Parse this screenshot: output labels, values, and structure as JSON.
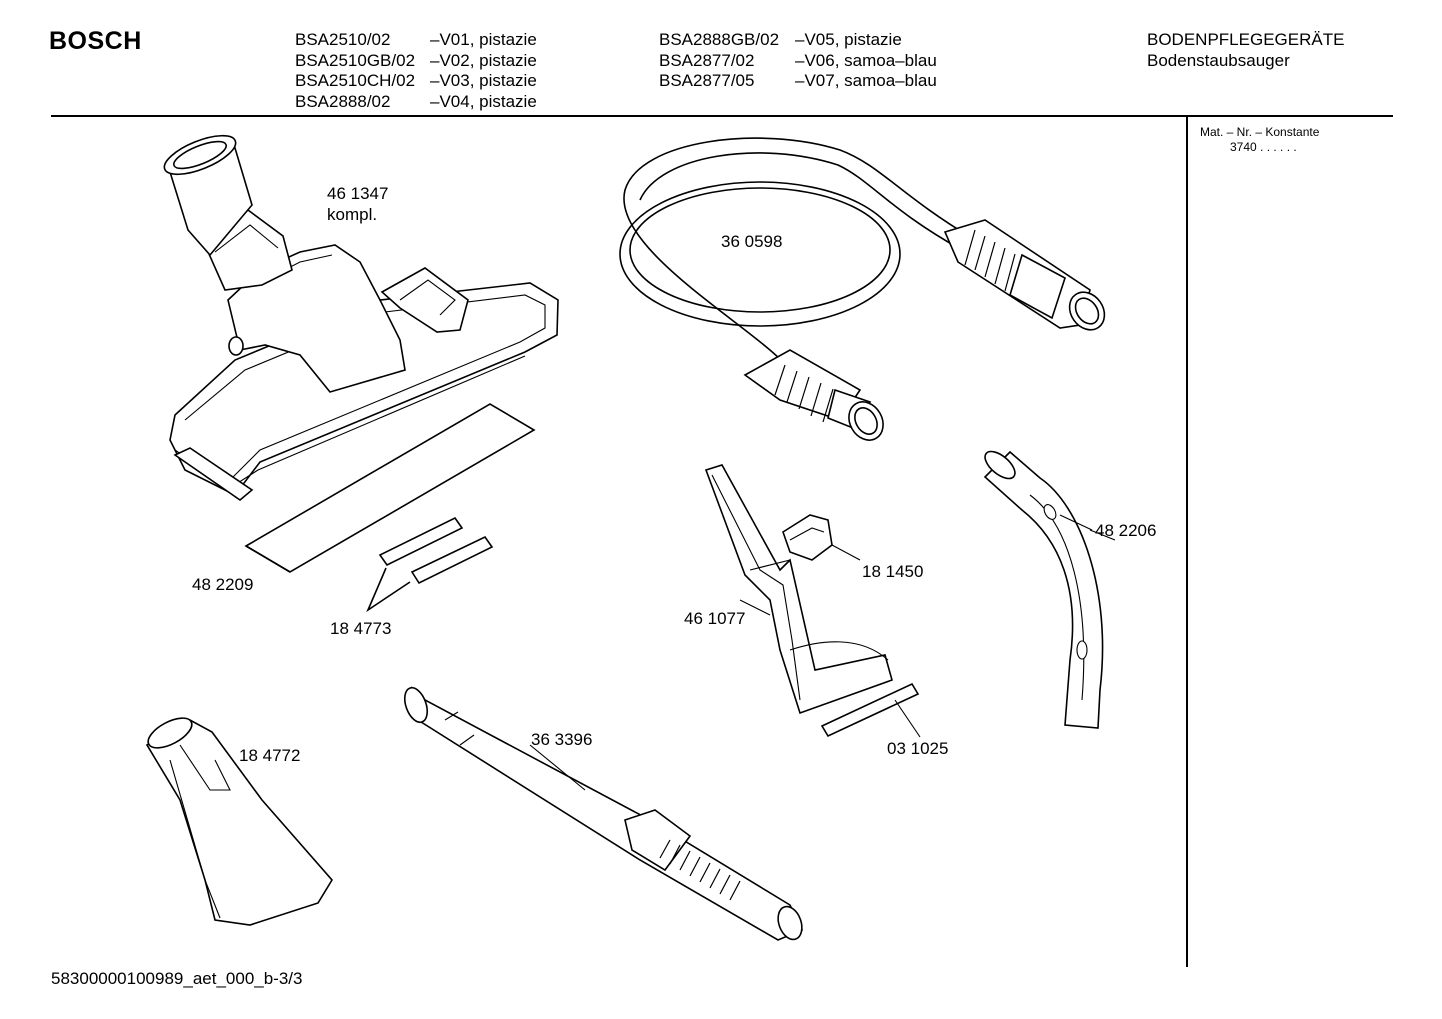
{
  "header": {
    "brand": "BOSCH",
    "models_left": [
      {
        "code": "BSA2510/02",
        "variant": "–V01, pistazie"
      },
      {
        "code": "BSA2510GB/02",
        "variant": "–V02, pistazie"
      },
      {
        "code": "BSA2510CH/02",
        "variant": "–V03, pistazie"
      },
      {
        "code": "BSA2888/02",
        "variant": "–V04, pistazie"
      }
    ],
    "models_right": [
      {
        "code": "BSA2888GB/02",
        "variant": "–V05, pistazie"
      },
      {
        "code": "BSA2877/02",
        "variant": "–V06, samoa–blau"
      },
      {
        "code": "BSA2877/05",
        "variant": "–V07, samoa–blau"
      }
    ],
    "category": "BODENPFLEGEGERÄTE",
    "subcategory": "Bodenstaubsauger"
  },
  "side_panel": {
    "mat_nr_label": "Mat. – Nr. – Konstante",
    "mat_nr_value": "3740 .  .    .  .  .  ."
  },
  "parts": {
    "floor_nozzle": {
      "number": "46 1347",
      "note": "kompl."
    },
    "hose": {
      "number": "36 0598"
    },
    "strip_large": {
      "number": "48 2209"
    },
    "strips_small": {
      "number": "18 4773"
    },
    "clip": {
      "number": "18 1450"
    },
    "handle": {
      "number": "48 2206"
    },
    "crevice_tool": {
      "number": "46 1077"
    },
    "upholstery_strip": {
      "number": "03 1025"
    },
    "upholstery_nozzle": {
      "number": "18 4772"
    },
    "tube": {
      "number": "36 3396"
    }
  },
  "footer": {
    "document_id": "58300000100989_aet_000_b-3/3"
  }
}
